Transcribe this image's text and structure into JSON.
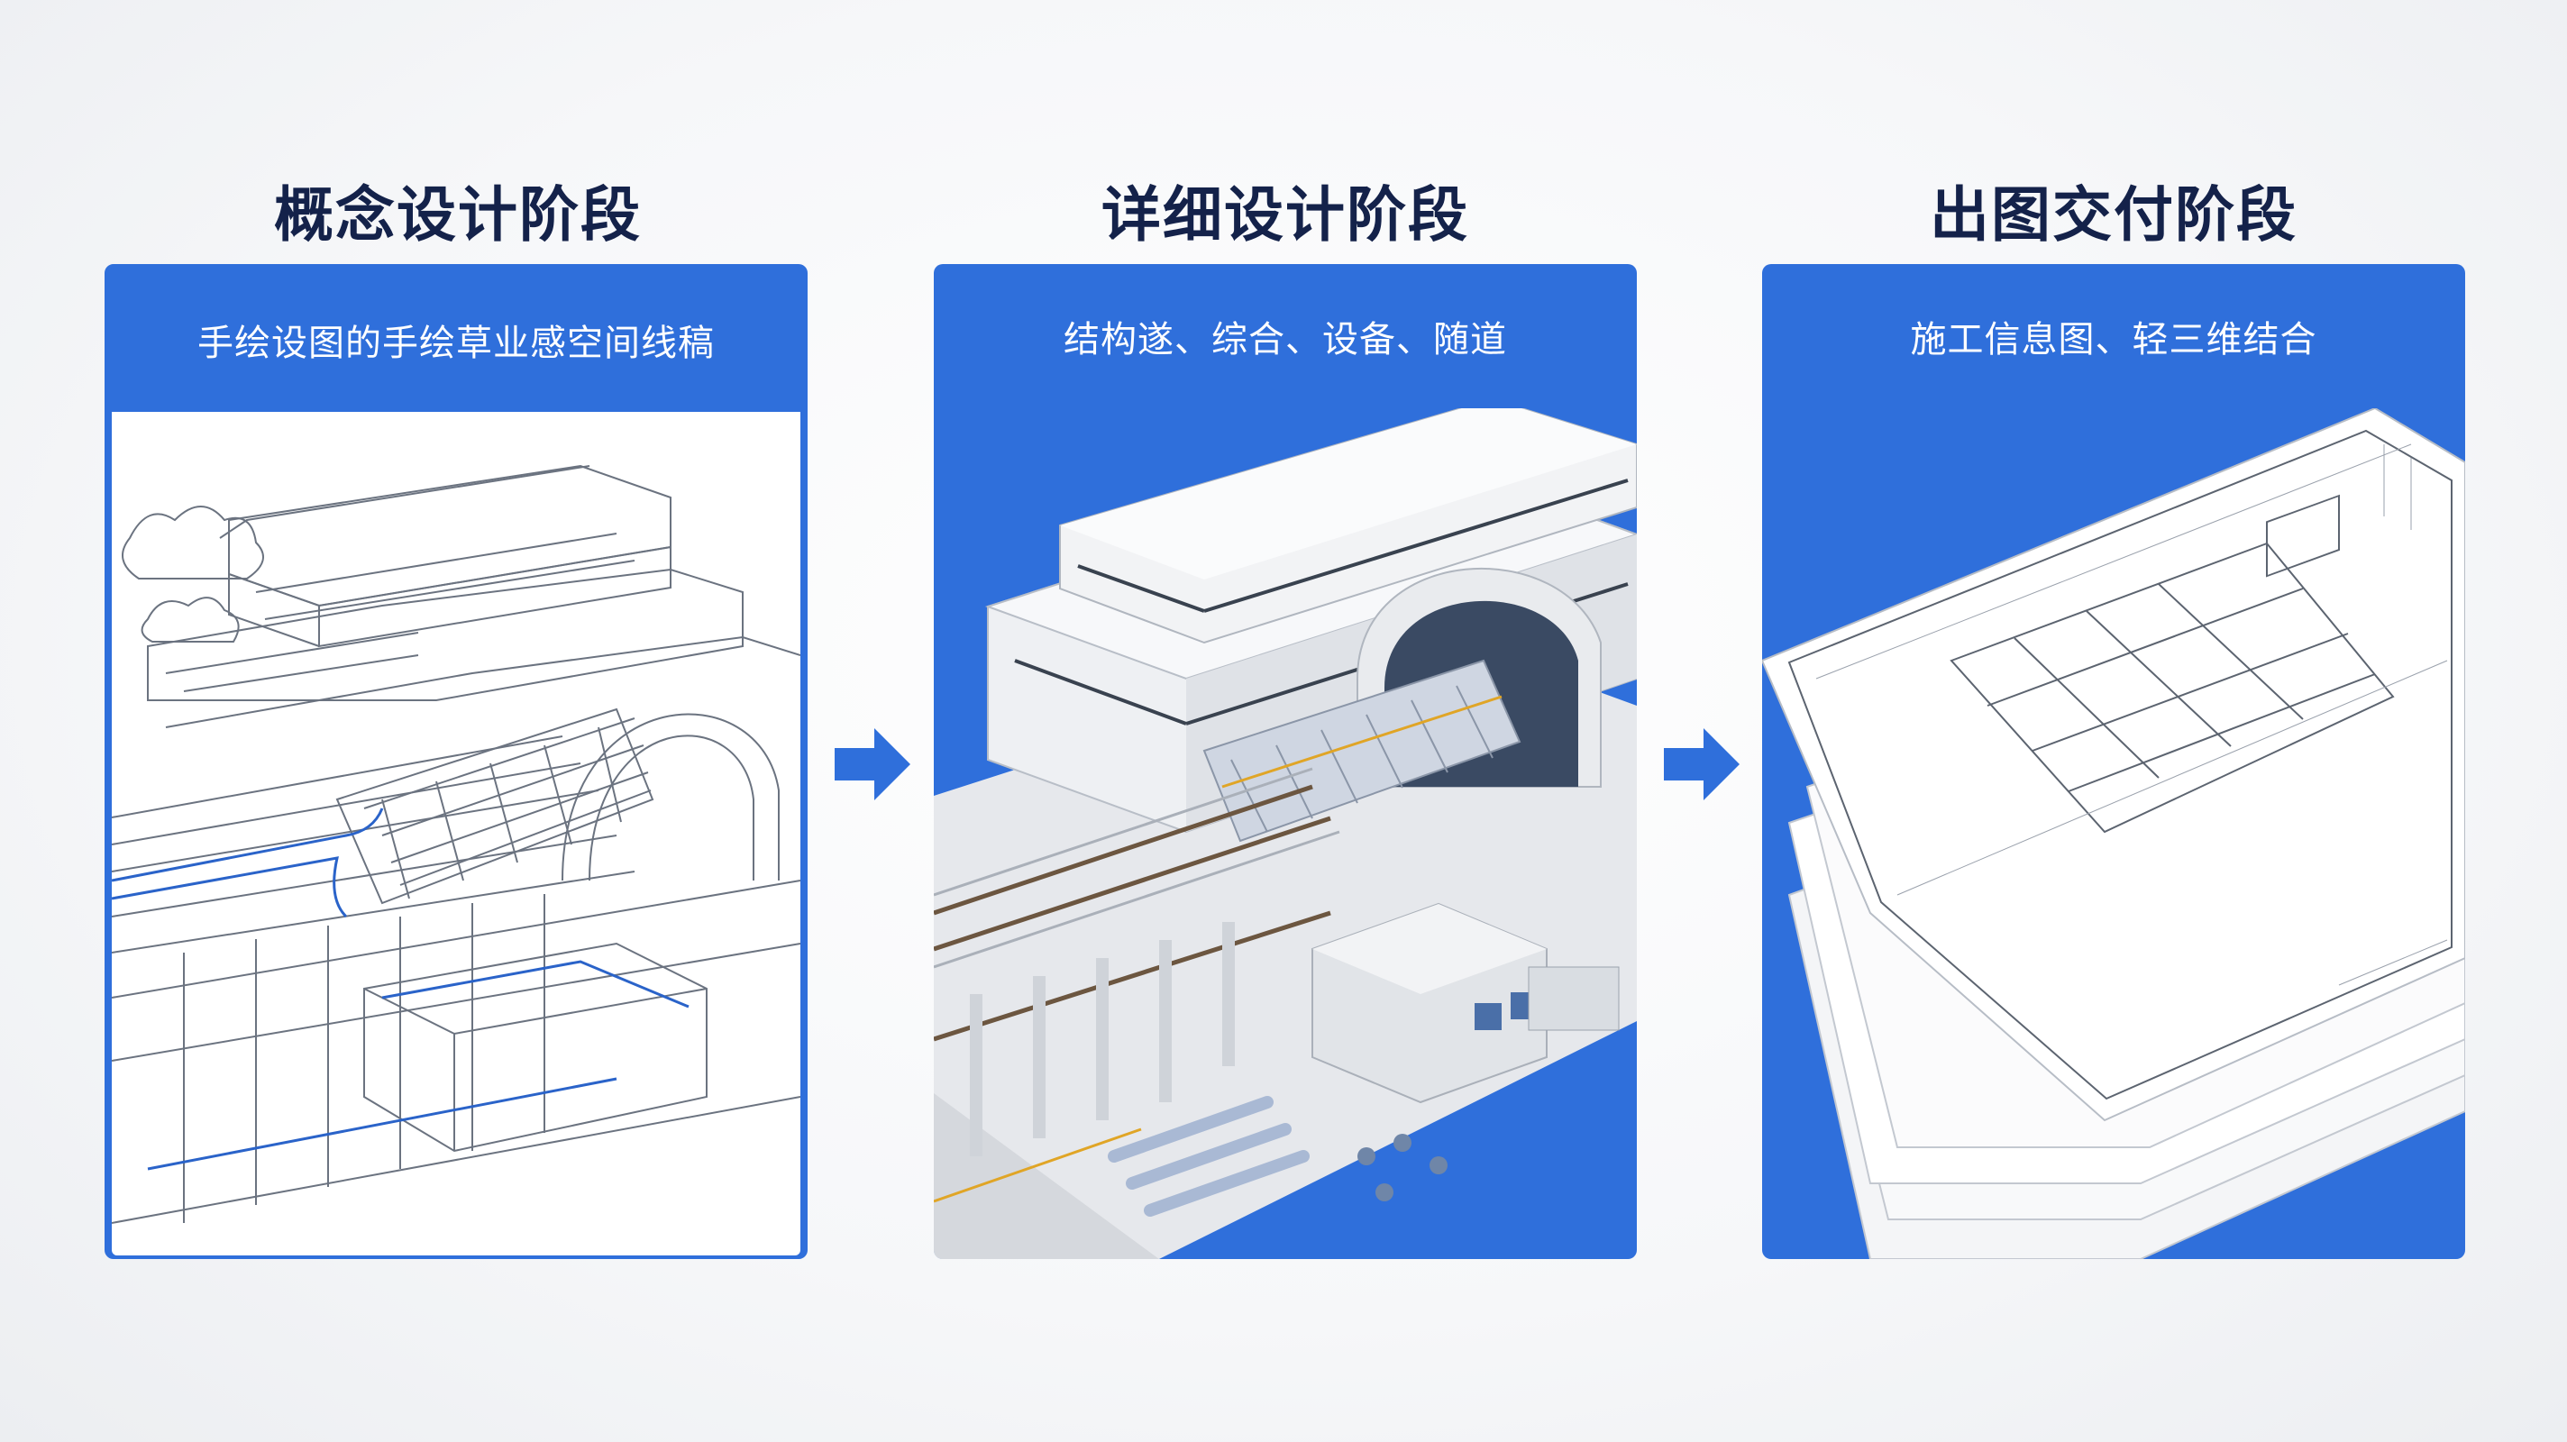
{
  "stages": [
    {
      "title": "概念设计阶段",
      "description": "手绘设图的手绘草业感空间线稿"
    },
    {
      "title": "详细设计阶段",
      "description": "结构遂、综合、设备、随道"
    },
    {
      "title": "出图交付阶段",
      "description": "施工信息图、轻三维结合"
    }
  ],
  "colors": {
    "accent": "#2f6fdb",
    "title": "#14224a",
    "sketch_line": "#6b7380",
    "sketch_blue": "#2a63c9"
  },
  "icons": [
    "right-arrow-icon",
    "right-arrow-icon"
  ]
}
